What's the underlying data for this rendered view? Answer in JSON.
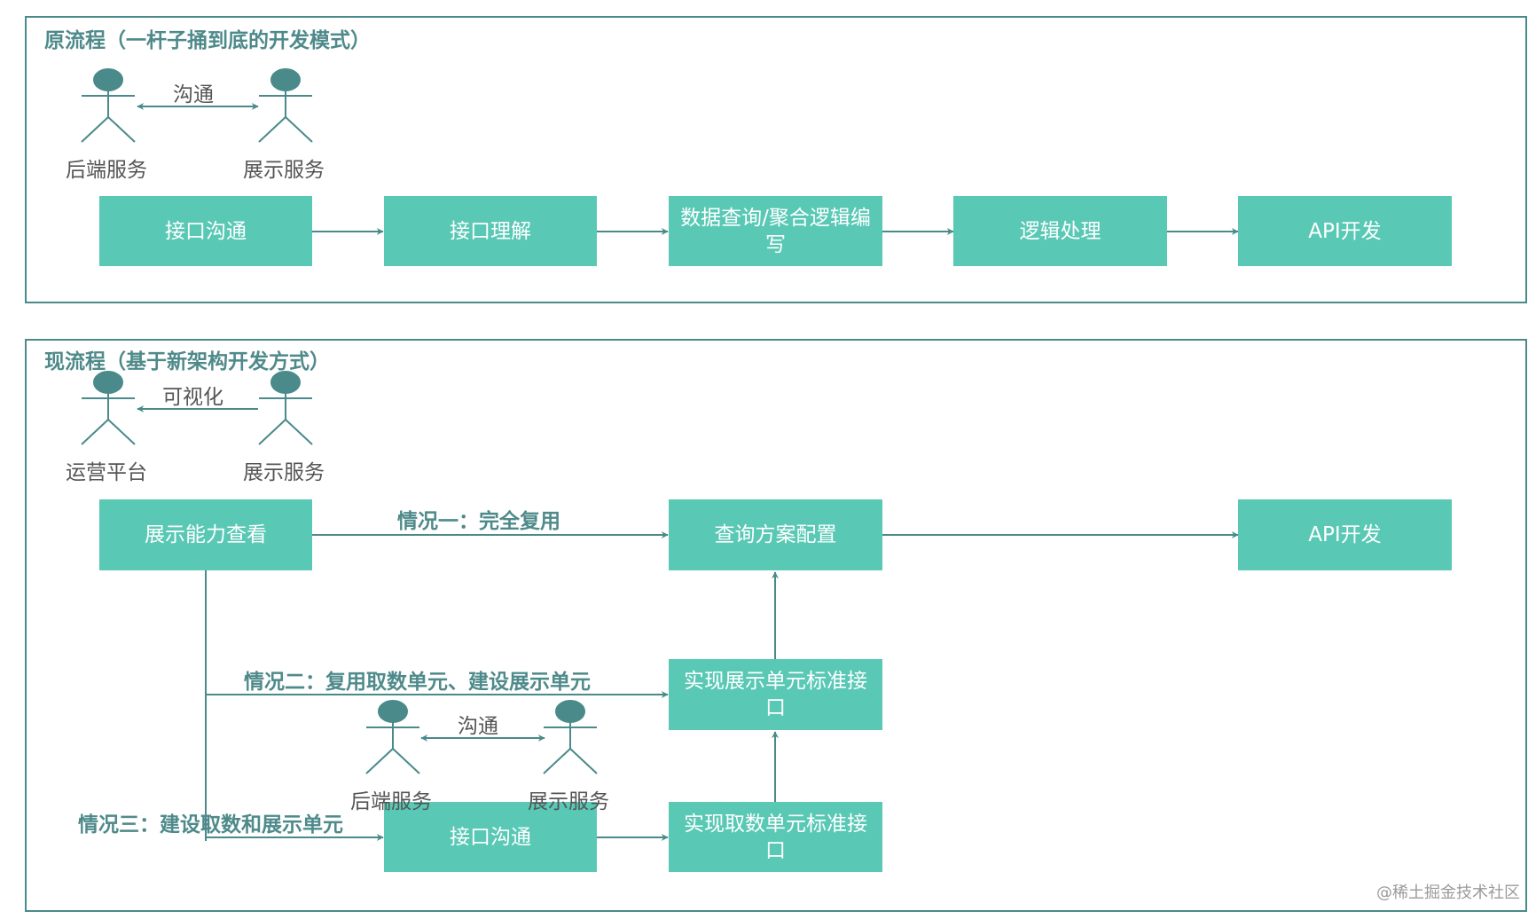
{
  "original": {
    "title": "原流程（一杆子捅到底的开发模式）",
    "actor_left": "后端服务",
    "actor_right": "展示服务",
    "actor_link": "沟通",
    "steps": [
      "接口沟通",
      "接口理解",
      "数据查询/聚合逻辑编写",
      "逻辑处理",
      "API开发"
    ]
  },
  "current": {
    "title": "现流程（基于新架构开发方式）",
    "actor_left": "运营平台",
    "actor_right": "展示服务",
    "actor_link": "可视化",
    "start_box": "展示能力查看",
    "case1_label": "情况一：完全复用",
    "case1_box": "查询方案配置",
    "api_box": "API开发",
    "case2_label": "情况二：复用取数单元、建设展示单元",
    "case2_box": "实现展示单元标准接口",
    "case3_label": "情况三：建设取数和展示单元",
    "case3_box1": "接口沟通",
    "case3_box2": "实现取数单元标准接口",
    "inner_actor_left": "后端服务",
    "inner_actor_right": "展示服务",
    "inner_actor_link": "沟通"
  },
  "watermark": "@稀土掘金技术社区",
  "colors": {
    "box": "#59c8b5",
    "line": "#4a8a8a",
    "title": "#4f8a8b"
  }
}
